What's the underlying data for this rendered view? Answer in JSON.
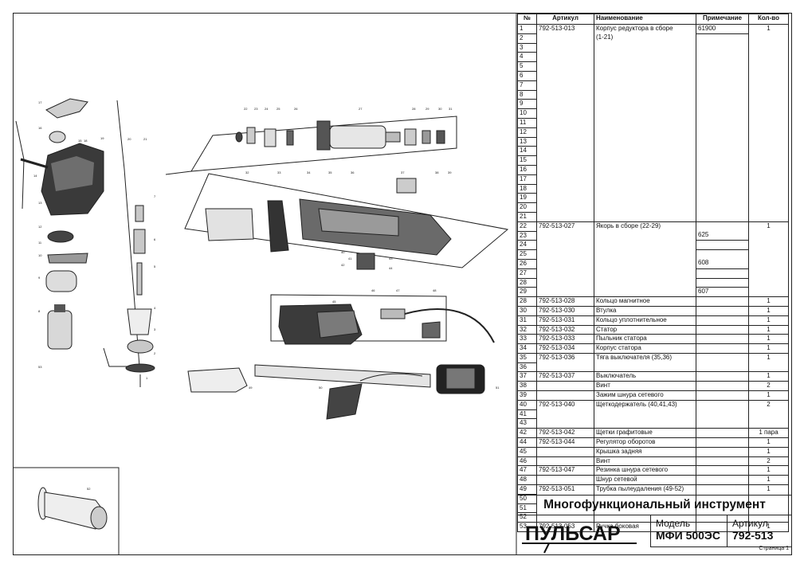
{
  "document": {
    "title": "Многофункциональный инструмент",
    "brand": "ПУЛЬСАР",
    "model_label": "Модель",
    "model_value": "МФИ 500ЭС",
    "article_label": "Артикул",
    "article_value": "792-513",
    "page": "Страница 1"
  },
  "table": {
    "headers": [
      "№",
      "Артикул",
      "Наименование",
      "Примечание",
      "Кол-во"
    ],
    "rows": [
      {
        "n": "1",
        "art": "792-513-013",
        "name": "Корпус редуктора в сборе",
        "note": "61900",
        "qty": "1",
        "grp": true
      },
      {
        "n": "2",
        "art": "",
        "name": "(1-21)",
        "note": "",
        "qty": ""
      },
      {
        "n": "3",
        "art": "",
        "name": "",
        "note": "",
        "qty": ""
      },
      {
        "n": "4",
        "art": "",
        "name": "",
        "note": "",
        "qty": ""
      },
      {
        "n": "5",
        "art": "",
        "name": "",
        "note": "",
        "qty": ""
      },
      {
        "n": "6",
        "art": "",
        "name": "",
        "note": "",
        "qty": ""
      },
      {
        "n": "7",
        "art": "",
        "name": "",
        "note": "",
        "qty": ""
      },
      {
        "n": "8",
        "art": "",
        "name": "",
        "note": "",
        "qty": ""
      },
      {
        "n": "9",
        "art": "",
        "name": "",
        "note": "",
        "qty": ""
      },
      {
        "n": "10",
        "art": "",
        "name": "",
        "note": "",
        "qty": ""
      },
      {
        "n": "11",
        "art": "",
        "name": "",
        "note": "",
        "qty": ""
      },
      {
        "n": "12",
        "art": "",
        "name": "",
        "note": "",
        "qty": ""
      },
      {
        "n": "13",
        "art": "",
        "name": "",
        "note": "",
        "qty": ""
      },
      {
        "n": "14",
        "art": "",
        "name": "",
        "note": "",
        "qty": ""
      },
      {
        "n": "15",
        "art": "",
        "name": "",
        "note": "",
        "qty": ""
      },
      {
        "n": "16",
        "art": "",
        "name": "",
        "note": "",
        "qty": ""
      },
      {
        "n": "17",
        "art": "",
        "name": "",
        "note": "",
        "qty": ""
      },
      {
        "n": "18",
        "art": "",
        "name": "",
        "note": "",
        "qty": ""
      },
      {
        "n": "19",
        "art": "",
        "name": "",
        "note": "",
        "qty": ""
      },
      {
        "n": "20",
        "art": "",
        "name": "",
        "note": "",
        "qty": ""
      },
      {
        "n": "21",
        "art": "",
        "name": "",
        "note": "",
        "qty": ""
      },
      {
        "n": "22",
        "art": "792-513-027",
        "name": "Якорь в сборе (22-29)",
        "note": "",
        "qty": "1",
        "grp": true
      },
      {
        "n": "23",
        "art": "",
        "name": "",
        "note": "625",
        "qty": "",
        "nb": true
      },
      {
        "n": "24",
        "art": "",
        "name": "",
        "note": "",
        "qty": "",
        "nb": true
      },
      {
        "n": "25",
        "art": "",
        "name": "",
        "note": "",
        "qty": ""
      },
      {
        "n": "26",
        "art": "",
        "name": "",
        "note": "608",
        "qty": "",
        "nb": true
      },
      {
        "n": "27",
        "art": "",
        "name": "",
        "note": "",
        "qty": "",
        "nb": true
      },
      {
        "n": "28",
        "art": "",
        "name": "",
        "note": "",
        "qty": "",
        "nb": true
      },
      {
        "n": "29",
        "art": "",
        "name": "",
        "note": "607",
        "qty": ""
      },
      {
        "n": "28",
        "art": "792-513-028",
        "name": "Кольцо магнитное",
        "note": "",
        "qty": "1",
        "grp": true
      },
      {
        "n": "30",
        "art": "792-513-030",
        "name": "Втулка",
        "note": "",
        "qty": "1",
        "grp": true
      },
      {
        "n": "31",
        "art": "792-513-031",
        "name": "Кольцо уплотнительное",
        "note": "",
        "qty": "1",
        "grp": true
      },
      {
        "n": "32",
        "art": "792-513-032",
        "name": "Статор",
        "note": "",
        "qty": "1",
        "grp": true
      },
      {
        "n": "33",
        "art": "792-513-033",
        "name": "Пыльник статора",
        "note": "",
        "qty": "1",
        "grp": true
      },
      {
        "n": "34",
        "art": "792-513-034",
        "name": "Корпус статора",
        "note": "",
        "qty": "1",
        "grp": true
      },
      {
        "n": "35",
        "art": "792-513-036",
        "name": "Тяга выключателя (35,36)",
        "note": "",
        "qty": "1",
        "grp": true
      },
      {
        "n": "36",
        "art": "",
        "name": "",
        "note": "",
        "qty": ""
      },
      {
        "n": "37",
        "art": "792-513-037",
        "name": "Выключатель",
        "note": "",
        "qty": "1",
        "grp": true
      },
      {
        "n": "38",
        "art": "",
        "name": "Винт",
        "note": "",
        "qty": "2",
        "grp": true
      },
      {
        "n": "39",
        "art": "",
        "name": "Зажим шнура сетевого",
        "note": "",
        "qty": "1",
        "grp": true
      },
      {
        "n": "40",
        "art": "792-513-040",
        "name": "Щеткодержатель (40,41,43)",
        "note": "",
        "qty": "2",
        "grp": true
      },
      {
        "n": "41",
        "art": "",
        "name": "",
        "note": "",
        "qty": ""
      },
      {
        "n": "43",
        "art": "",
        "name": "",
        "note": "",
        "qty": ""
      },
      {
        "n": "42",
        "art": "792-513-042",
        "name": "Щетки графитовые",
        "note": "",
        "qty": "1 пара",
        "grp": true
      },
      {
        "n": "44",
        "art": "792-513-044",
        "name": "Регулятор оборотов",
        "note": "",
        "qty": "1",
        "grp": true
      },
      {
        "n": "45",
        "art": "",
        "name": "Крышка задняя",
        "note": "",
        "qty": "1",
        "grp": true
      },
      {
        "n": "46",
        "art": "",
        "name": "Винт",
        "note": "",
        "qty": "2",
        "grp": true
      },
      {
        "n": "47",
        "art": "792-513-047",
        "name": "Резинка шнура сетевого",
        "note": "",
        "qty": "1",
        "grp": true
      },
      {
        "n": "48",
        "art": "",
        "name": "Шнур сетевой",
        "note": "",
        "qty": "1",
        "grp": true
      },
      {
        "n": "49",
        "art": "792-513-051",
        "name": "Трубка пылеудаления (49-52)",
        "note": "",
        "qty": "1",
        "grp": true
      },
      {
        "n": "50",
        "art": "",
        "name": "",
        "note": "",
        "qty": ""
      },
      {
        "n": "51",
        "art": "",
        "name": "",
        "note": "",
        "qty": ""
      },
      {
        "n": "52",
        "art": "",
        "name": "",
        "note": "",
        "qty": ""
      },
      {
        "n": "53",
        "art": "792-513-053",
        "name": "Ручка боковая",
        "note": "",
        "qty": "1",
        "grp": true
      }
    ]
  },
  "diagram_labels": [
    "1",
    "2",
    "3",
    "4",
    "5",
    "6",
    "7",
    "8",
    "9",
    "10",
    "11",
    "12",
    "13",
    "14",
    "15",
    "16",
    "17",
    "18",
    "19",
    "20",
    "21",
    "22",
    "23",
    "24",
    "25",
    "26",
    "27",
    "28",
    "29",
    "30",
    "31",
    "32",
    "33",
    "34",
    "35",
    "36",
    "37",
    "38",
    "39",
    "40",
    "41",
    "42",
    "43",
    "44",
    "45",
    "46",
    "47",
    "48",
    "49",
    "50",
    "51",
    "52",
    "53"
  ]
}
